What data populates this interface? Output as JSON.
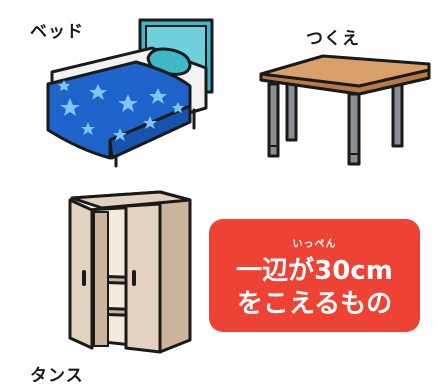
{
  "labels": {
    "bed": "ベッド",
    "desk": "つくえ",
    "tansu": "タンス"
  },
  "badge": {
    "ruby": "いっぺん",
    "line1": "一辺が30cm",
    "line2": "をこえるもの",
    "color": "#ee4234"
  },
  "colors": {
    "bed_frame": "#3fb8c7",
    "blanket": "#1e63c9",
    "desk_top": "#d9a06a",
    "desk_legs": "#8a8f94",
    "cabinet": "#e4d2c0",
    "outline": "#1a1a1a"
  },
  "icons": [
    "bed-icon",
    "desk-icon",
    "wardrobe-icon"
  ]
}
